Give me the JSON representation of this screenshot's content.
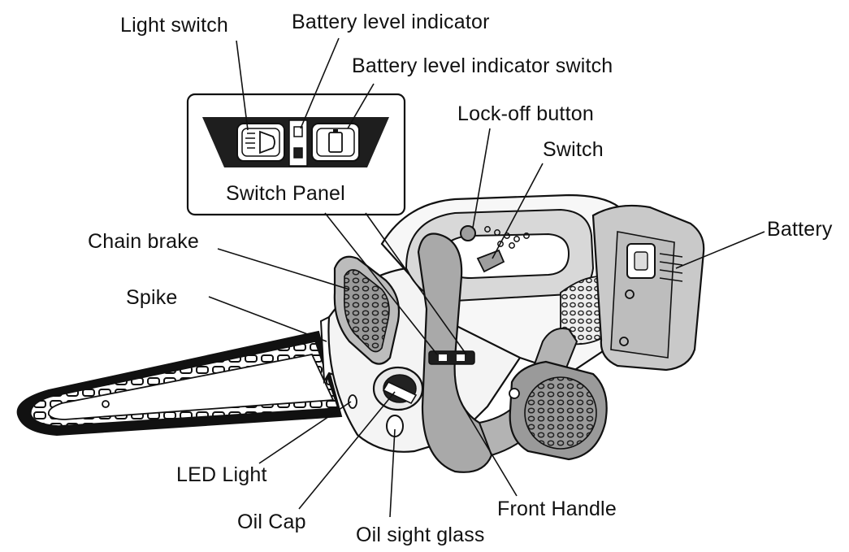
{
  "labels": {
    "light_switch": "Light switch",
    "battery_level_indicator": "Battery level indicator",
    "battery_level_indicator_switch": "Battery level indicator switch",
    "lock_off_button": "Lock-off  button",
    "switch": "Switch",
    "switch_panel": "Switch Panel",
    "battery": "Battery",
    "chain_brake": "Chain brake",
    "spike": "Spike",
    "led_light": "LED Light",
    "oil_cap": "Oil Cap",
    "oil_sight_glass": "Oil sight glass",
    "front_handle": "Front Handle"
  },
  "icons": {
    "light_switch": "headlight-icon",
    "battery_switch": "battery-icon"
  },
  "colors": {
    "ink": "#111111",
    "panel_dark": "#1e1e1e",
    "body_fill": "#f4f4f4",
    "handle_fill": "#a9a9a9",
    "battery_fill": "#c9c9c9"
  }
}
